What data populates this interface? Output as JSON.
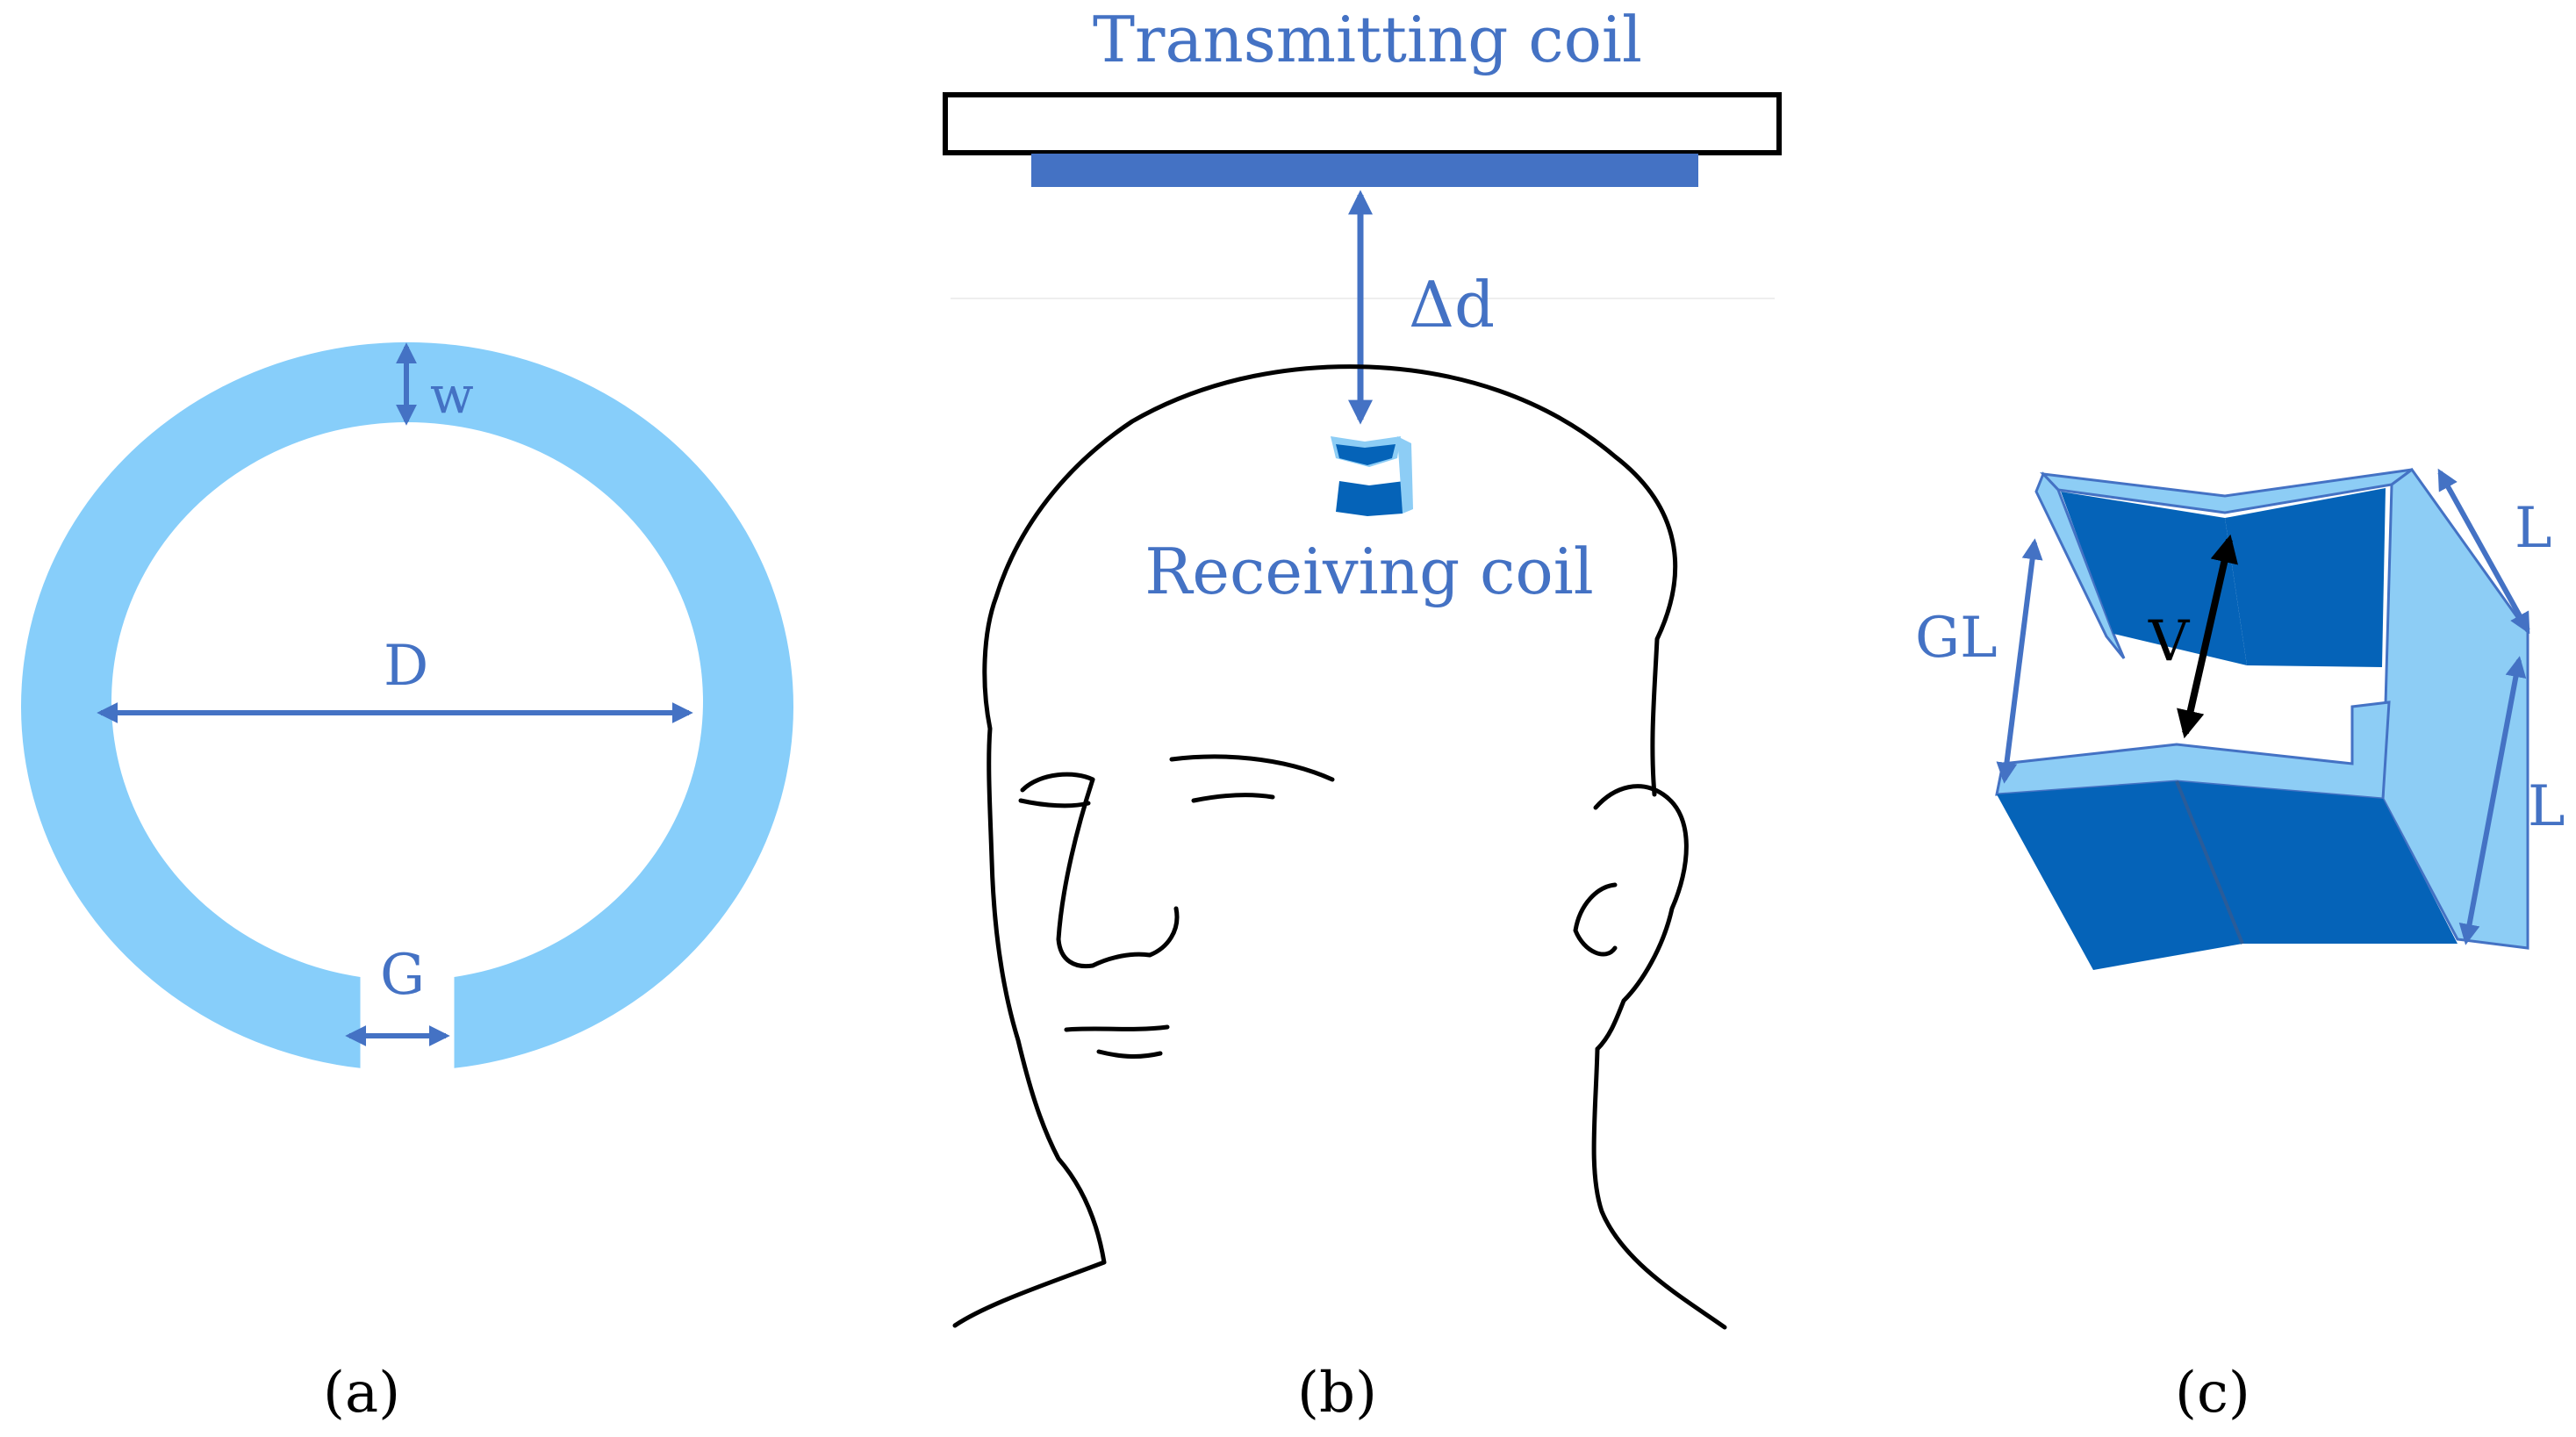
{
  "panel_a": {
    "caption": "(a)",
    "label_w": "w",
    "label_d": "D",
    "label_g": "G"
  },
  "panel_b": {
    "caption": "(b)",
    "label_transmitting": "Transmitting coil",
    "label_delta_d": "Δd",
    "label_receiving": "Receiving coil"
  },
  "panel_c": {
    "caption": "(c)",
    "label_l_top": "L",
    "label_l_bottom": "L",
    "label_gl": "GL",
    "label_v": "V"
  },
  "colors": {
    "ring_fill": "#87cefa",
    "annotation_blue": "#4472c4",
    "coil_dark": "#0563b8",
    "coil_light": "#8dcdf5"
  }
}
